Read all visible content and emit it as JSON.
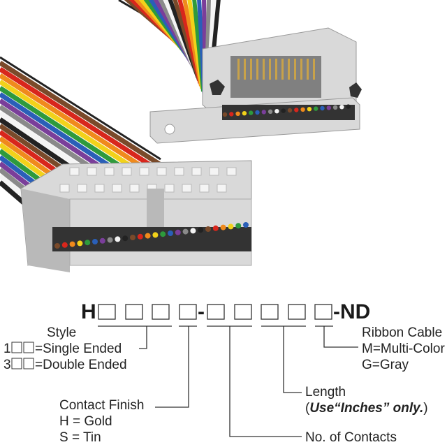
{
  "part_number": {
    "prefix": "H",
    "dash": "-",
    "suffix": "-ND",
    "placeholder_count": 9
  },
  "style": {
    "title": "Style",
    "option1_digit": "1",
    "option1_text": "=Single Ended",
    "option3_digit": "3",
    "option3_text": "=Double Ended"
  },
  "contact_finish": {
    "title": "Contact Finish",
    "gold": "H = Gold",
    "tin": "S = Tin"
  },
  "contacts": {
    "title": "No. of Contacts"
  },
  "length": {
    "title": "Length",
    "note_open": "(",
    "note_bold": "Use“Inches” only.",
    "note_close": ")"
  },
  "ribbon_cable": {
    "title": "Ribbon Cable",
    "multi": "M=Multi-Color",
    "gray": "G=Gray"
  },
  "colors": {
    "wire_sequence": [
      "#7a4a2a",
      "#d8261c",
      "#f08a1c",
      "#f2d21a",
      "#2e9a3c",
      "#2a5fb8",
      "#7a3e9a",
      "#8a8a8a",
      "#f4f4f4",
      "#222222"
    ],
    "connector": "#d9d9d9",
    "connector_shade": "#b9b9b9"
  }
}
